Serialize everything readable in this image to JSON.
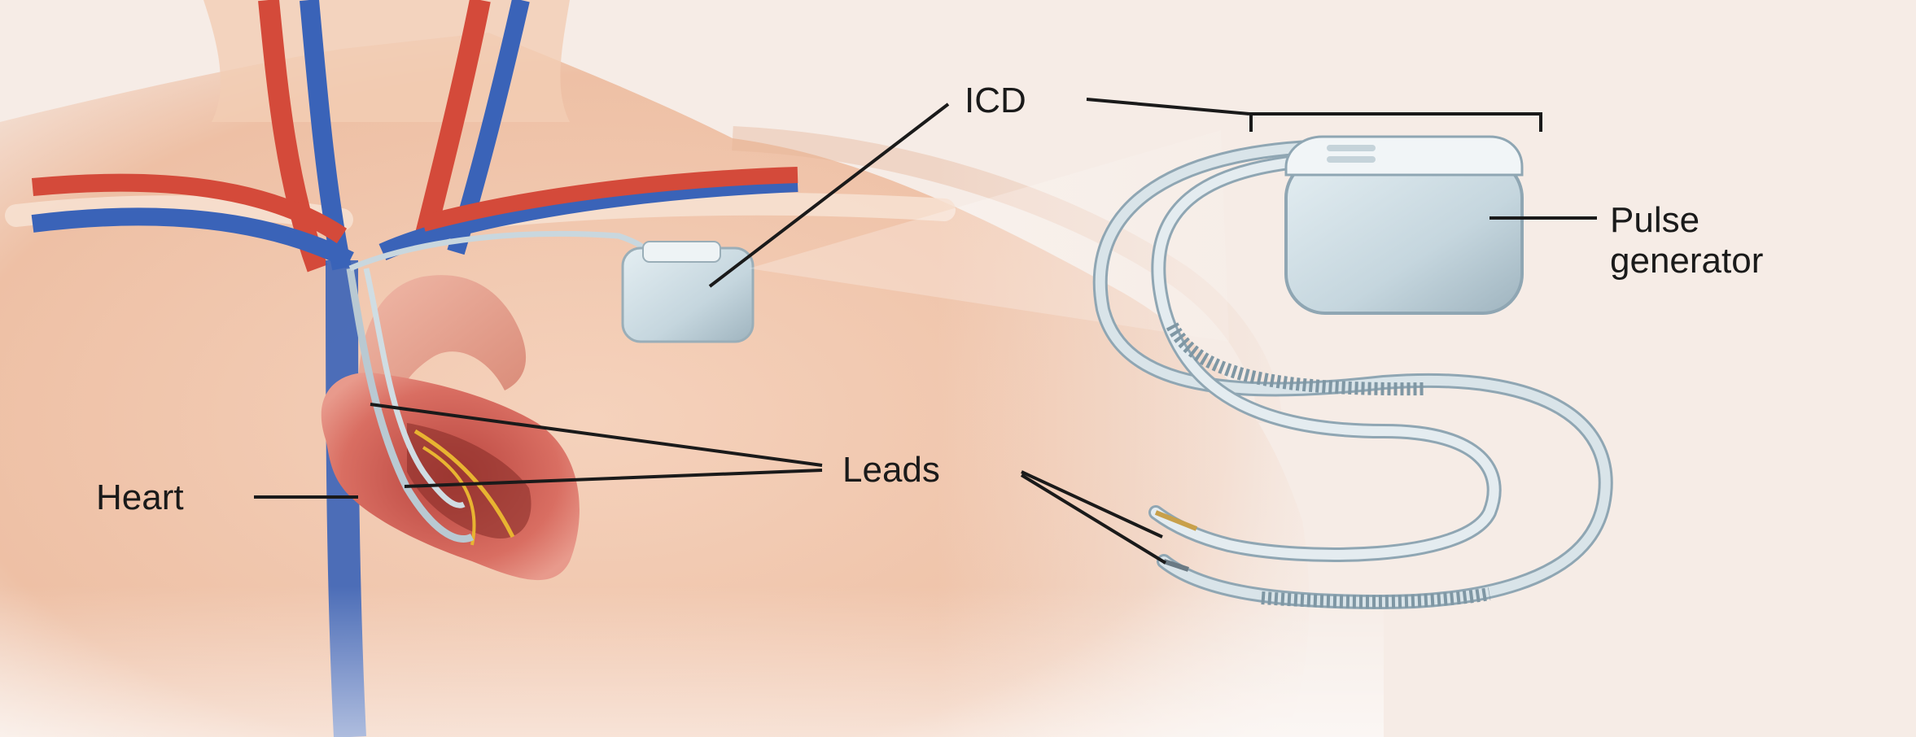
{
  "labels": {
    "icd": "ICD",
    "pulse_generator_line1": "Pulse",
    "pulse_generator_line2": "generator",
    "leads": "Leads",
    "heart": "Heart"
  },
  "colors": {
    "background": "#f6ece6",
    "skin": "#f3cdb4",
    "skin_shadow": "#e3ad90",
    "artery": "#d44a3a",
    "vein": "#3a63b8",
    "heart_muscle": "#c9554c",
    "device_body": "#cfdde4",
    "lead_wire": "#b9c9d2",
    "label_line": "#1a1a1a"
  }
}
